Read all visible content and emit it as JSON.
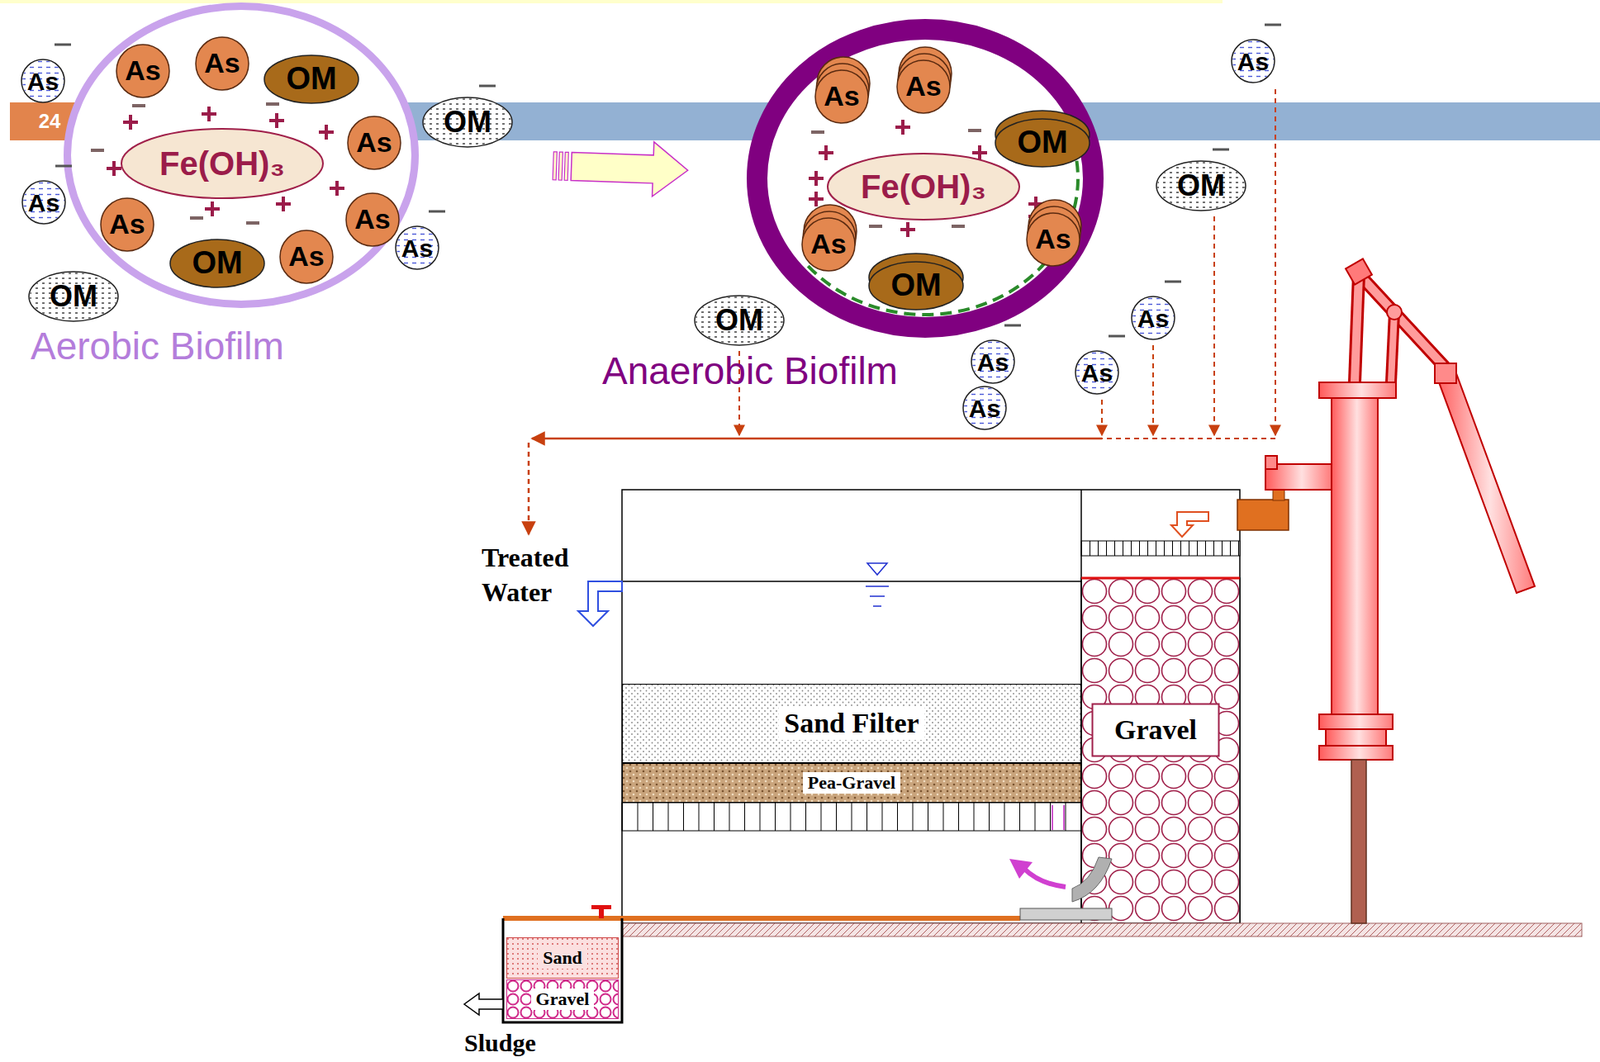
{
  "diagram": {
    "nodes": [
      {
        "text": [
          "24"
        ]
      },
      {
        "text": [
          "Aerobic Biofilm"
        ]
      },
      {
        "text": [
          "Fe(OH)₃"
        ],
        "in": 1
      },
      {
        "text": [
          "As"
        ],
        "in": 1
      },
      {
        "text": [
          "As"
        ],
        "in": 1
      },
      {
        "text": [
          "OM"
        ],
        "in": 1
      },
      {
        "text": [
          "As"
        ],
        "in": 1
      },
      {
        "text": [
          "As"
        ],
        "in": 1
      },
      {
        "text": [
          "As"
        ],
        "in": 1
      },
      {
        "text": [
          "OM"
        ],
        "in": 1
      },
      {
        "text": [
          "As"
        ],
        "in": 1
      },
      {
        "text": [
          "As"
        ]
      },
      {
        "text": [
          "As"
        ]
      },
      {
        "text": [
          "OM"
        ]
      },
      {
        "text": [
          "As"
        ]
      },
      {
        "text": [
          "OM"
        ]
      },
      {
        "text": [
          "Anaerobic Biofilm"
        ]
      },
      {
        "text": [
          "Fe(OH)₃"
        ],
        "in": 16
      },
      {
        "text": [
          "As"
        ],
        "in": 16
      },
      {
        "text": [
          "As"
        ],
        "in": 16
      },
      {
        "text": [
          "OM"
        ],
        "in": 16
      },
      {
        "text": [
          "As"
        ],
        "in": 16
      },
      {
        "text": [
          "OM"
        ],
        "in": 16
      },
      {
        "text": [
          "As"
        ],
        "in": 16
      },
      {
        "text": [
          "As"
        ]
      },
      {
        "text": [
          "OM"
        ]
      },
      {
        "text": [
          "OM"
        ]
      },
      {
        "text": [
          "As"
        ]
      },
      {
        "text": [
          "As"
        ]
      },
      {
        "text": [
          "As"
        ]
      },
      {
        "text": [
          "As"
        ]
      },
      {
        "text": [
          "Sand Filter"
        ]
      },
      {
        "text": [
          "Gravel"
        ]
      },
      {
        "text": [
          "Pea-Gravel"
        ]
      },
      {
        "text": [
          "Sand"
        ]
      },
      {
        "text": [
          "Gravel"
        ]
      }
    ],
    "edges": [
      {
        "from": 1,
        "to": 16,
        "arrow": "to"
      }
    ],
    "labels": [
      "Treated Water",
      "Sludge"
    ]
  }
}
